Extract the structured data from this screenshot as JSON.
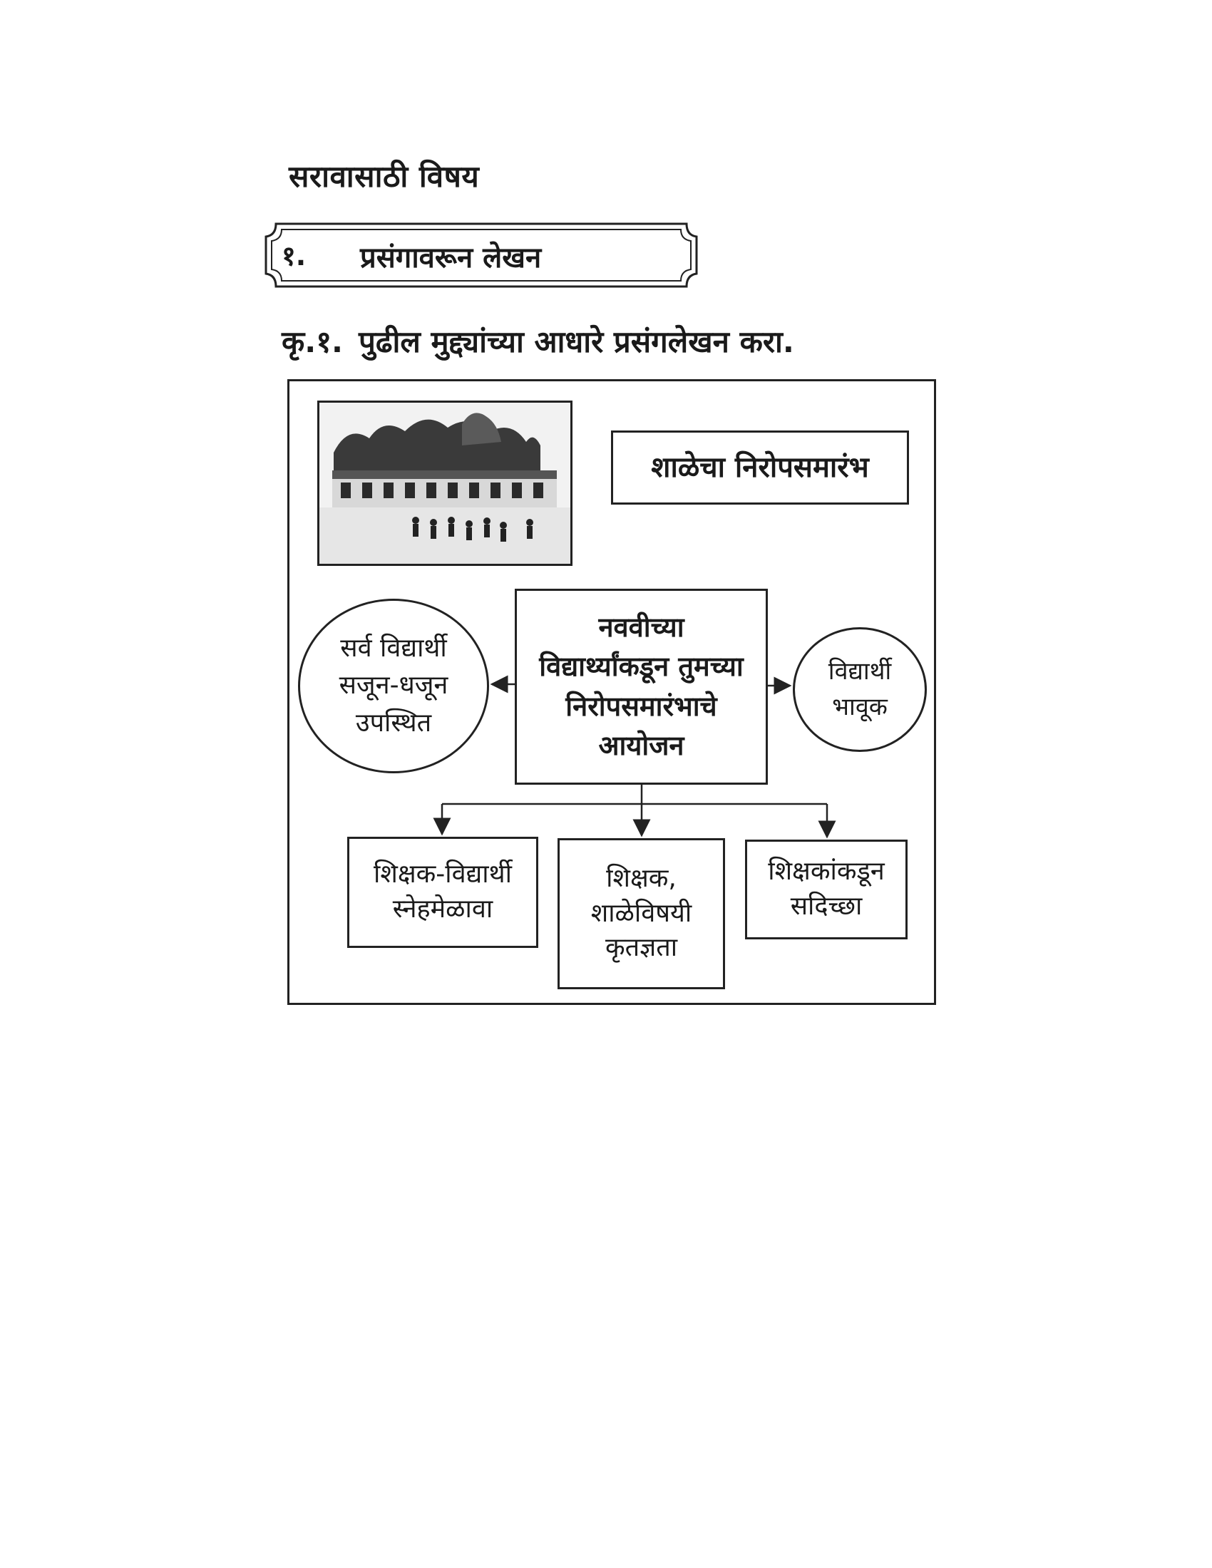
{
  "page_heading": "सरावासाठी विषय",
  "section_banner": {
    "number": "१.",
    "title": "प्रसंगावरून लेखन"
  },
  "question": {
    "number": "कृ.१.",
    "text": "पुढील मुद्द्यांच्या आधारे प्रसंगलेखन करा."
  },
  "diagram": {
    "title_box": "शाळेचा निरोपसमारंभ",
    "center_box": [
      "नववीच्या",
      "विद्यार्थ्यांकडून तुमच्या",
      "निरोपसमारंभाचे",
      "आयोजन"
    ],
    "left_ellipse": [
      "सर्व विद्यार्थी",
      "सजून-धजून",
      "उपस्थित"
    ],
    "right_ellipse": [
      "विद्यार्थी",
      "भावूक"
    ],
    "bottom_boxes": [
      [
        "शिक्षक-विद्यार्थी",
        "स्नेहमेळावा"
      ],
      [
        "शिक्षक,",
        "शाळेविषयी",
        "कृतज्ञता"
      ],
      [
        "शिक्षकांकडून",
        "सदिच्छा"
      ]
    ]
  }
}
